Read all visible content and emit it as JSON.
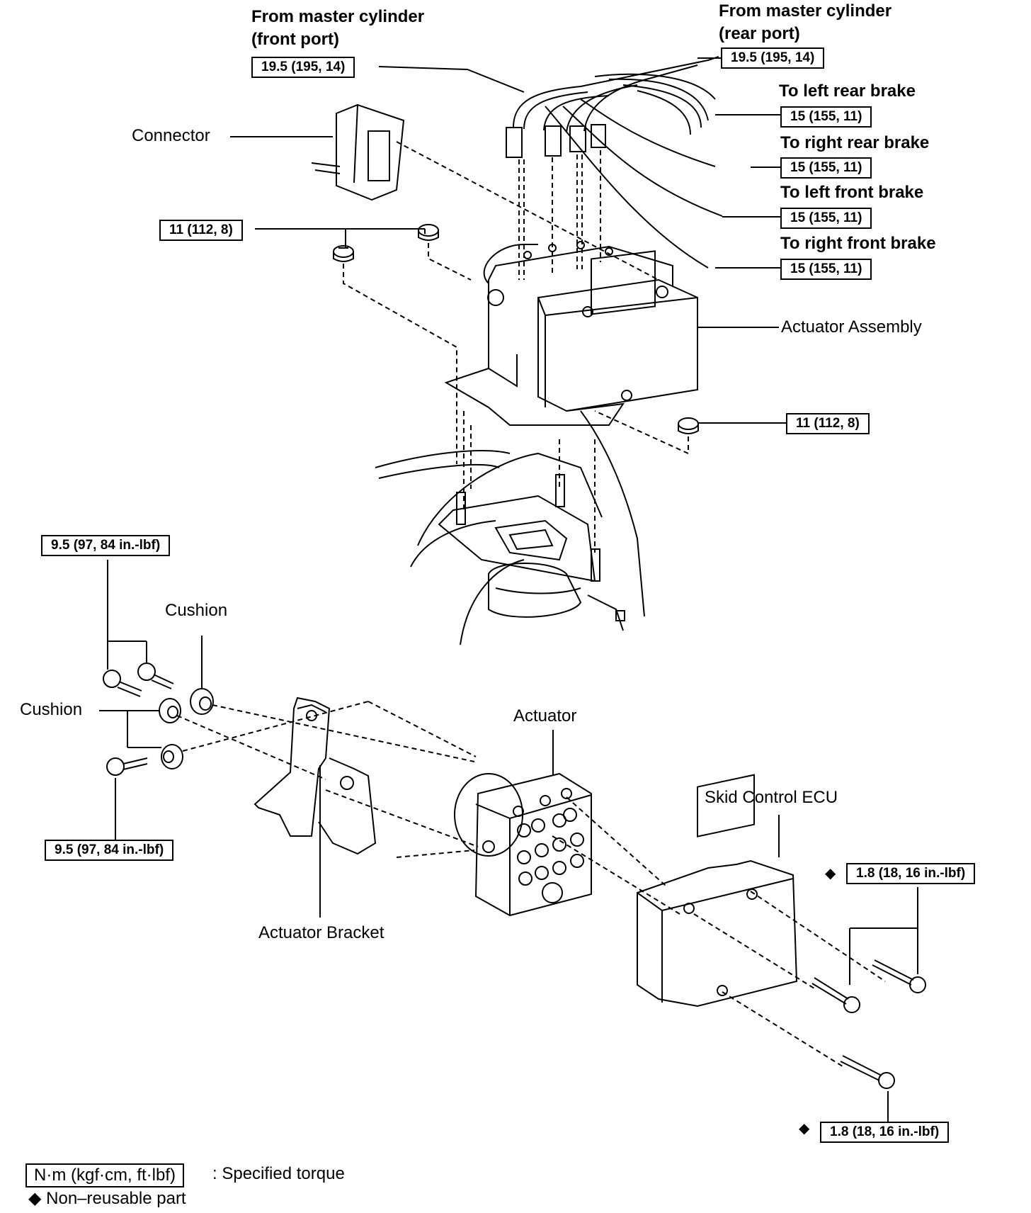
{
  "labels": {
    "from_mc_front_1": "From master cylinder",
    "from_mc_front_2": "(front port)",
    "from_mc_rear_1": "From master cylinder",
    "from_mc_rear_2": "(rear port)",
    "to_left_rear": "To left rear brake",
    "to_right_rear": "To right rear brake",
    "to_left_front": "To left front brake",
    "to_right_front": "To right front brake",
    "connector": "Connector",
    "actuator_assembly": "Actuator Assembly",
    "cushion_upper": "Cushion",
    "cushion_left": "Cushion",
    "actuator": "Actuator",
    "skid_control_ecu": "Skid Control ECU",
    "actuator_bracket": "Actuator Bracket"
  },
  "torques": {
    "mc_front": "19.5 (195, 14)",
    "mc_rear": "19.5 (195, 14)",
    "left_rear": "15 (155, 11)",
    "right_rear": "15 (155, 11)",
    "left_front": "15 (155, 11)",
    "right_front": "15 (155, 11)",
    "nut_upper": "11 (112, 8)",
    "nut_right": "11 (112, 8)",
    "bracket_bolt_upper": "9.5 (97, 84 in.-lbf)",
    "bracket_bolt_lower": "9.5 (97, 84 in.-lbf)",
    "ecu_screw_upper": "1.8 (18, 16 in.-lbf)",
    "ecu_screw_lower": "1.8 (18, 16 in.-lbf)"
  },
  "symbols": {
    "non_reusable": "◆"
  },
  "legend": {
    "unit_box": "N·m (kgf·cm, ft·lbf)",
    "unit_desc": ": Specified torque",
    "non_reusable": "Non–reusable part"
  }
}
